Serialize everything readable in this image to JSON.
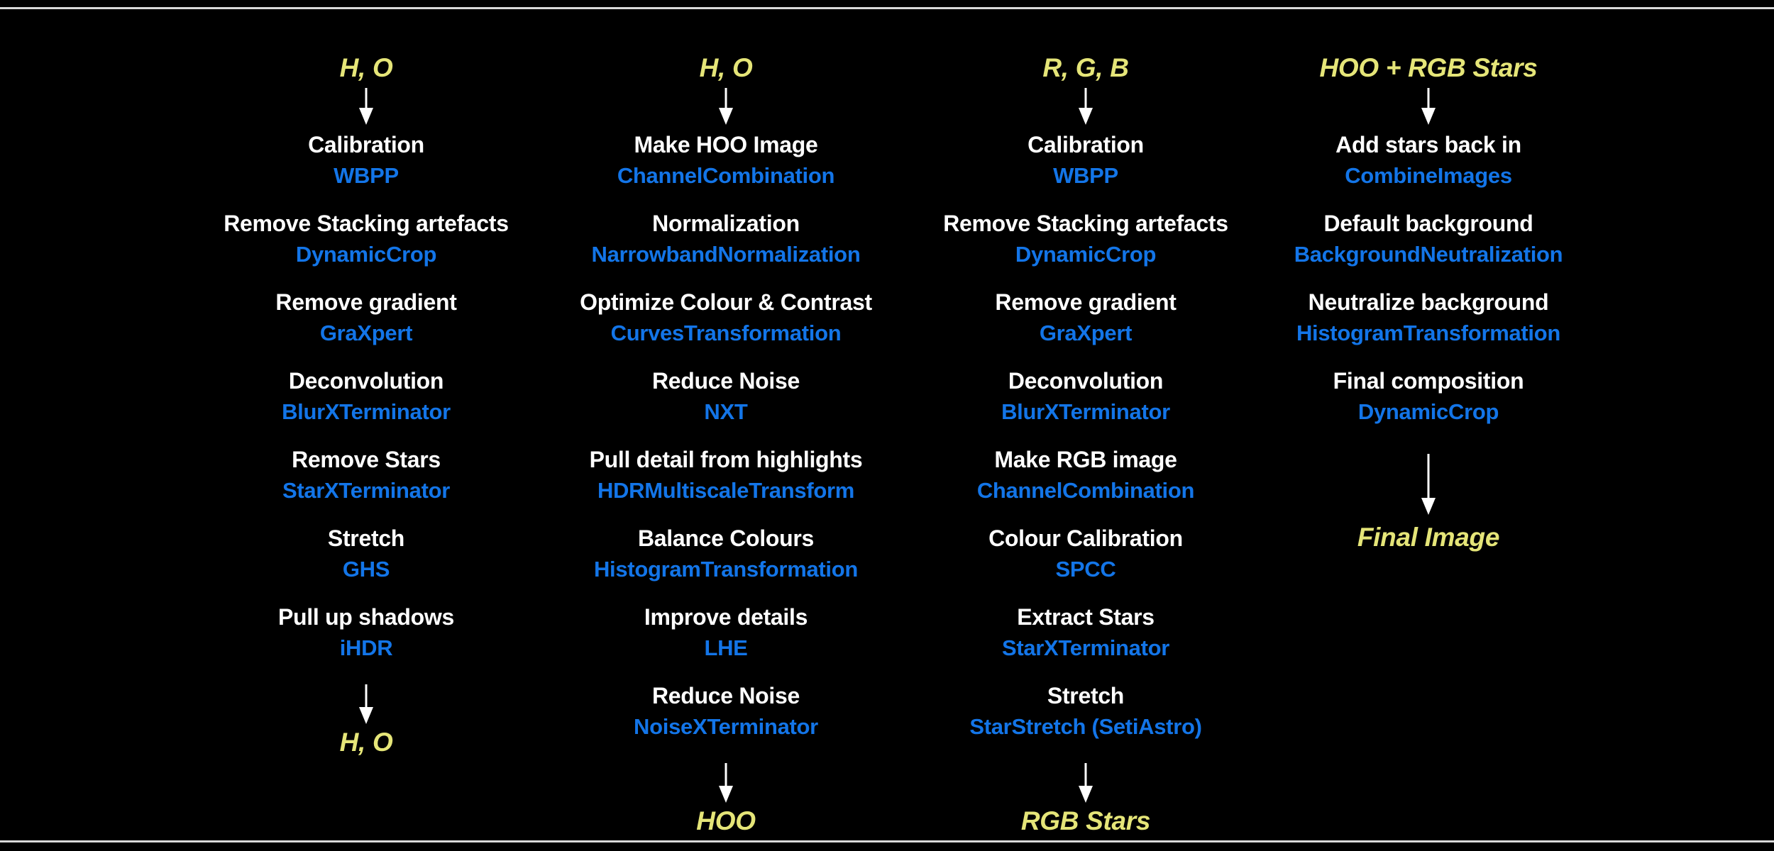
{
  "colors": {
    "background": "#000000",
    "border_line": "#d9d9d9",
    "step_label": "#ffffff",
    "tool_name": "#1375e8",
    "io_label": "#e5e578",
    "arrow": "#ffffff"
  },
  "columns": [
    {
      "input": "H, O",
      "steps": [
        {
          "label": "Calibration",
          "tool": "WBPP"
        },
        {
          "label": "Remove Stacking artefacts",
          "tool": "DynamicCrop"
        },
        {
          "label": "Remove gradient",
          "tool": "GraXpert"
        },
        {
          "label": "Deconvolution",
          "tool": "BlurXTerminator"
        },
        {
          "label": "Remove Stars",
          "tool": "StarXTerminator"
        },
        {
          "label": "Stretch",
          "tool": "GHS"
        },
        {
          "label": "Pull up shadows",
          "tool": "iHDR"
        }
      ],
      "output": "H, O",
      "output_arrow": "standard"
    },
    {
      "input": "H, O",
      "steps": [
        {
          "label": "Make HOO Image",
          "tool": "ChannelCombination"
        },
        {
          "label": "Normalization",
          "tool": "NarrowbandNormalization"
        },
        {
          "label": "Optimize Colour & Contrast",
          "tool": "CurvesTransformation"
        },
        {
          "label": "Reduce Noise",
          "tool": "NXT"
        },
        {
          "label": "Pull detail from highlights",
          "tool": "HDRMultiscaleTransform"
        },
        {
          "label": "Balance Colours",
          "tool": "HistogramTransformation"
        },
        {
          "label": "Improve details",
          "tool": "LHE"
        },
        {
          "label": "Reduce Noise",
          "tool": "NoiseXTerminator"
        }
      ],
      "output": "HOO",
      "output_arrow": "standard"
    },
    {
      "input": "R, G, B",
      "steps": [
        {
          "label": "Calibration",
          "tool": "WBPP"
        },
        {
          "label": "Remove Stacking artefacts",
          "tool": "DynamicCrop"
        },
        {
          "label": "Remove gradient",
          "tool": "GraXpert"
        },
        {
          "label": "Deconvolution",
          "tool": "BlurXTerminator"
        },
        {
          "label": "Make RGB image",
          "tool": "ChannelCombination"
        },
        {
          "label": "Colour Calibration",
          "tool": "SPCC"
        },
        {
          "label": "Extract Stars",
          "tool": "StarXTerminator"
        },
        {
          "label": "Stretch",
          "tool": "StarStretch (SetiAstro)"
        }
      ],
      "output": "RGB Stars",
      "output_arrow": "standard"
    },
    {
      "input": "HOO + RGB Stars",
      "steps": [
        {
          "label": "Add stars back in",
          "tool": "CombineImages"
        },
        {
          "label": "Default background",
          "tool": "BackgroundNeutralization"
        },
        {
          "label": "Neutralize background",
          "tool": "HistogramTransformation"
        },
        {
          "label": "Final composition",
          "tool": "DynamicCrop"
        }
      ],
      "output": "Final Image",
      "output_arrow": "long"
    }
  ]
}
